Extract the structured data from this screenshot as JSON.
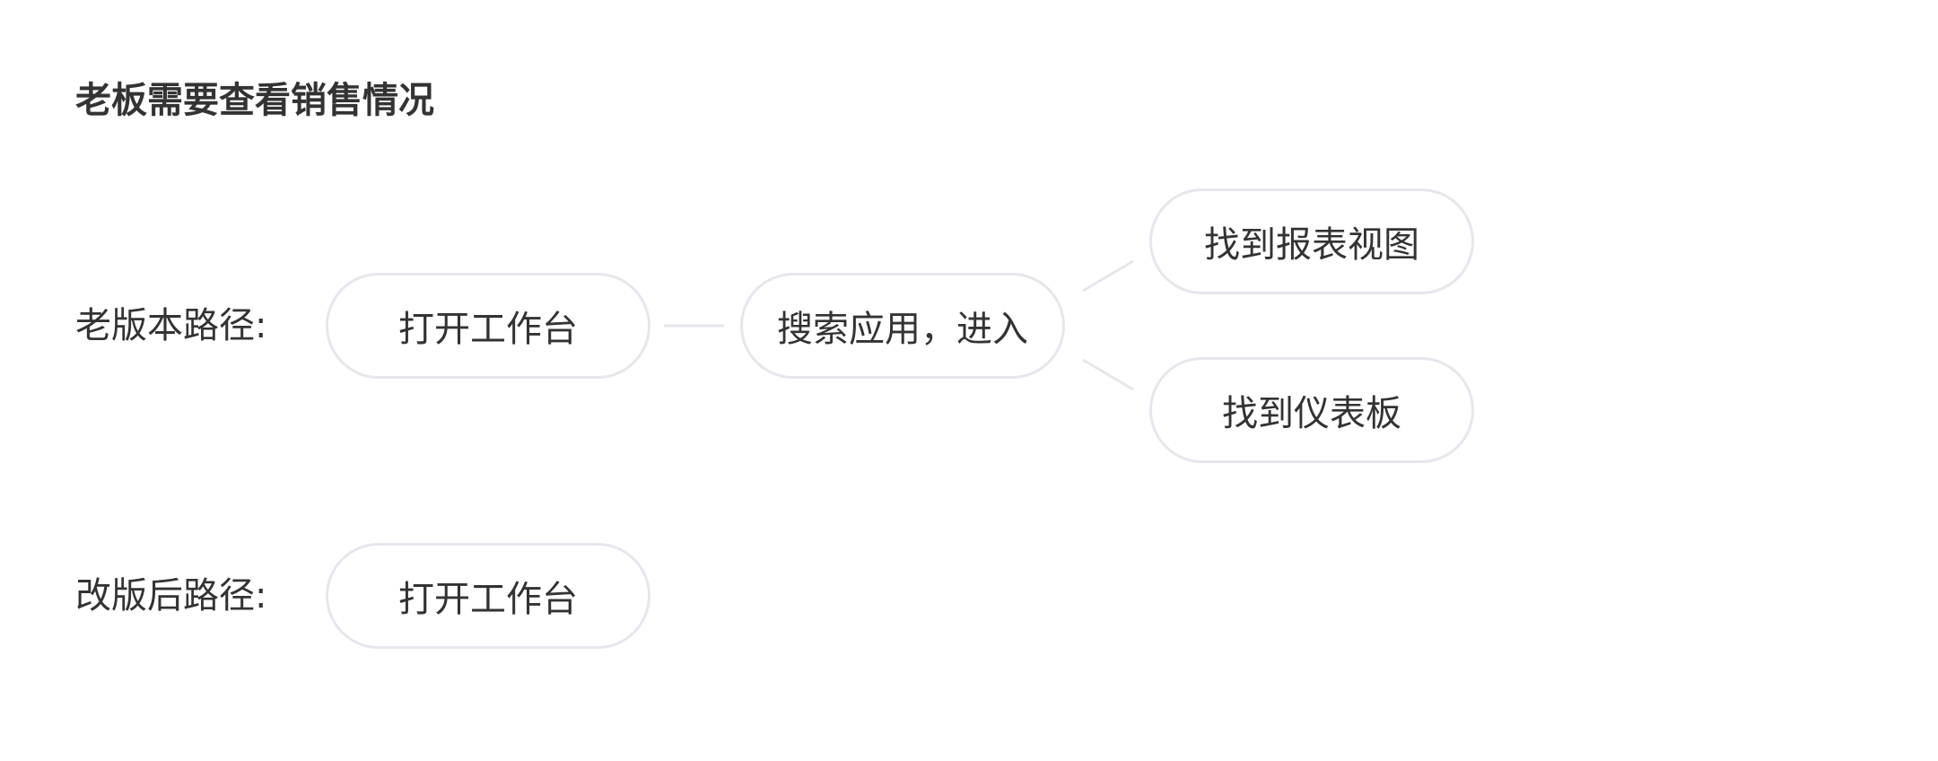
{
  "page_title": "老板需要查看销售情况",
  "old_path": {
    "label": "老版本路径:",
    "steps": {
      "open_workbench": "打开工作台",
      "search_app": "搜索应用，进入",
      "find_report_view": "找到报表视图",
      "find_dashboard": "找到仪表板"
    }
  },
  "new_path": {
    "label": "改版后路径:",
    "steps": {
      "open_workbench": "打开工作台"
    }
  },
  "colors": {
    "text": "#333333",
    "node_border": "#e6e6ee",
    "connector": "#e6e6ee",
    "background": "#ffffff"
  }
}
